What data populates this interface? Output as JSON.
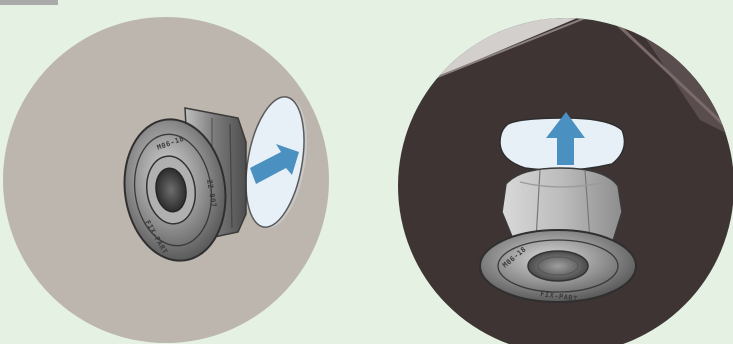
{
  "panels": [
    {
      "id": "left",
      "part_marking_top": "M06-18",
      "part_marking_right": "ZZ-007",
      "part_marking_bottom": "FIX-PART",
      "arrow_icon": "arrow-right-icon",
      "accent_color": "#4a90c0"
    },
    {
      "id": "right",
      "part_marking_top": "M06-18",
      "part_marking_bottom": "FIX-PART",
      "arrow_icon": "arrow-up-icon",
      "accent_color": "#4a90c0"
    }
  ],
  "colors": {
    "background": "#e4f1e3",
    "left_disc": "#bdb6ae",
    "right_disc": "#3f3434",
    "part_metal": "#9a9a9a",
    "sticker": "#e7f0f7"
  }
}
